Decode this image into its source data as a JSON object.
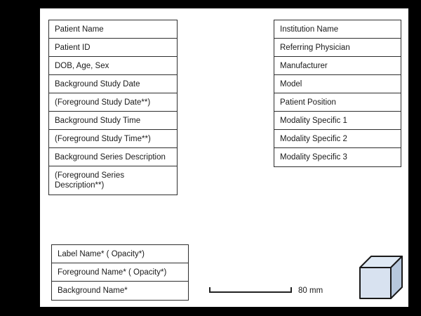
{
  "left_column": {
    "items": [
      "Patient Name",
      "Patient ID",
      "DOB, Age, Sex",
      "Background Study Date",
      "(Foreground Study Date**)",
      "Background Study Time",
      "(Foreground Study Time**)",
      "Background Series Description",
      "(Foreground Series Description**)"
    ]
  },
  "right_column": {
    "items": [
      "Institution Name",
      "Referring Physician",
      "Manufacturer",
      "Model",
      "Patient Position",
      "Modality Specific 1",
      "Modality Specific 2",
      "Modality Specific 3"
    ]
  },
  "layer_list": {
    "items": [
      "Label Name* ( Opacity*)",
      "Foreground Name* ( Opacity*)",
      "Background Name*"
    ]
  },
  "scale_bar": {
    "label": "80 mm"
  },
  "icons": {
    "orientation_cube": "orientation-cube"
  },
  "colors": {
    "background": "#000000",
    "canvas": "#ffffff",
    "box_border": "#2e2e2e",
    "cube_front": "#d8e2f0",
    "cube_top": "#dfe9f4",
    "cube_side": "#b7c8dd",
    "cube_outline": "#1a1a1a"
  }
}
